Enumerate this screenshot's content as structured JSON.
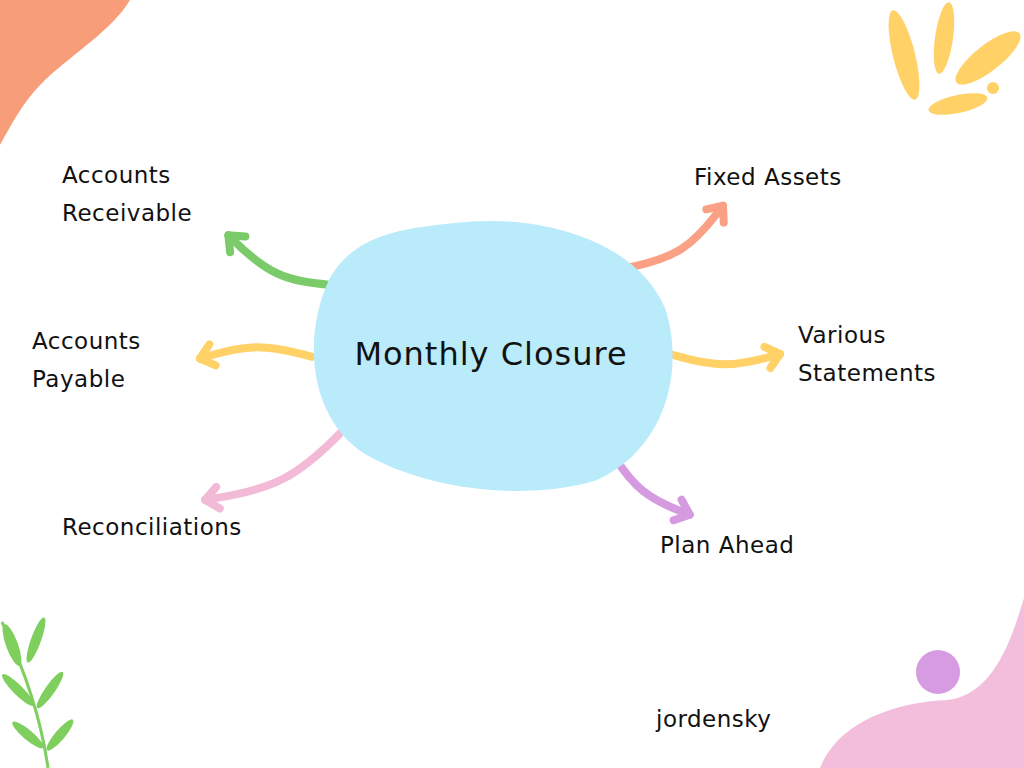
{
  "diagram": {
    "nodes": [
      {
        "text": [
          "Monthly Closure"
        ]
      },
      {
        "text": [
          "Accounts Receivable"
        ]
      },
      {
        "text": [
          "Fixed Assets"
        ]
      },
      {
        "text": [
          "Accounts Payable"
        ]
      },
      {
        "text": [
          "Various Statements"
        ]
      },
      {
        "text": [
          "Reconciliations"
        ]
      },
      {
        "text": [
          "Plan Ahead"
        ]
      }
    ],
    "edges": [
      {
        "from": 0,
        "to": 1,
        "arrow": "to"
      },
      {
        "from": 0,
        "to": 2,
        "arrow": "to"
      },
      {
        "from": 0,
        "to": 3,
        "arrow": "to"
      },
      {
        "from": 0,
        "to": 4,
        "arrow": "to"
      },
      {
        "from": 0,
        "to": 5,
        "arrow": "to"
      },
      {
        "from": 0,
        "to": 6,
        "arrow": "to"
      }
    ],
    "labels": [
      "jordensky"
    ]
  }
}
